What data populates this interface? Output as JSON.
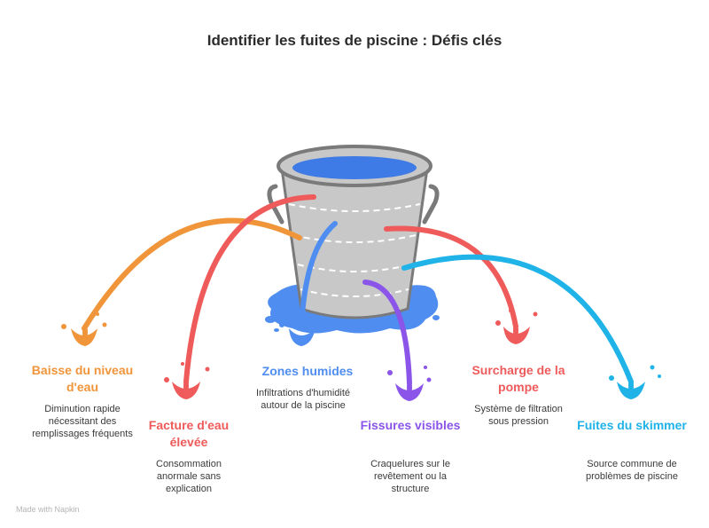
{
  "title": "Identifier les fuites de piscine : Défis clés",
  "items": [
    {
      "title": "Baisse du niveau d'eau",
      "description": "Diminution rapide nécessitant des remplissages fréquents",
      "color": "#f0953a"
    },
    {
      "title": "Facture d'eau élevée",
      "description": "Consommation anormale sans explication",
      "color": "#ef5a5a"
    },
    {
      "title": "Zones humides",
      "description": "Infiltrations d'humidité autour de la piscine",
      "color": "#4f8df0"
    },
    {
      "title": "Fissures visibles",
      "description": "Craquelures sur le revêtement ou la structure",
      "color": "#8a55e8"
    },
    {
      "title": "Surcharge de la pompe",
      "description": "Système de filtration sous pression",
      "color": "#ef5a5a"
    },
    {
      "title": "Fuites du skimmer",
      "description": "Source commune de problèmes de piscine",
      "color": "#1fb3e8"
    }
  ],
  "watermark": "Made with Napkin"
}
